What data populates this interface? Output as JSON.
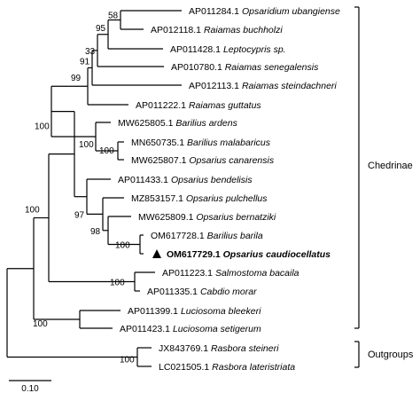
{
  "taxa": [
    {
      "acc": "AP011284.1",
      "species": "Opsaridium ubangiense"
    },
    {
      "acc": "AP012118.1",
      "species": "Raiamas buchholzi"
    },
    {
      "acc": "AP011428.1",
      "species": "Leptocypris sp."
    },
    {
      "acc": "AP010780.1",
      "species": "Raiamas senegalensis"
    },
    {
      "acc": "AP012113.1",
      "species": "Raiamas steindachneri"
    },
    {
      "acc": "AP011222.1",
      "species": "Raiamas guttatus"
    },
    {
      "acc": "MW625805.1",
      "species": "Barilius ardens"
    },
    {
      "acc": "MN650735.1",
      "species": "Barilius malabaricus"
    },
    {
      "acc": "MW625807.1",
      "species": "Opsarius canarensis"
    },
    {
      "acc": "AP011433.1",
      "species": "Opsarius bendelisis"
    },
    {
      "acc": "MZ853157.1",
      "species": "Opsarius pulchellus"
    },
    {
      "acc": "MW625809.1",
      "species": "Opsarius bernatziki"
    },
    {
      "acc": "OM617728.1",
      "species": "Barilius barila"
    },
    {
      "acc": "OM617729.1",
      "species": "Opsarius caudiocellatus",
      "highlight": true
    },
    {
      "acc": "AP011223.1",
      "species": "Salmostoma bacaila"
    },
    {
      "acc": "AP011335.1",
      "species": "Cabdio morar"
    },
    {
      "acc": "AP011399.1",
      "species": "Luciosoma bleekeri"
    },
    {
      "acc": "AP011423.1",
      "species": "Luciosoma setigerum"
    },
    {
      "acc": "JX843769.1",
      "species": "Rasbora steineri"
    },
    {
      "acc": "LC021505.1",
      "species": "Rasbora lateristriata"
    }
  ],
  "support_values": [
    "58",
    "95",
    "33",
    "91",
    "99",
    "100",
    "100",
    "100",
    "97",
    "98",
    "100",
    "100",
    "100",
    "100",
    "100"
  ],
  "groups": {
    "ingroup": "Chedrinae",
    "outgroup": "Outgroups"
  },
  "scale_bar": {
    "label": "0.10",
    "length": 0.1
  },
  "marker": "filled-triangle-icon"
}
